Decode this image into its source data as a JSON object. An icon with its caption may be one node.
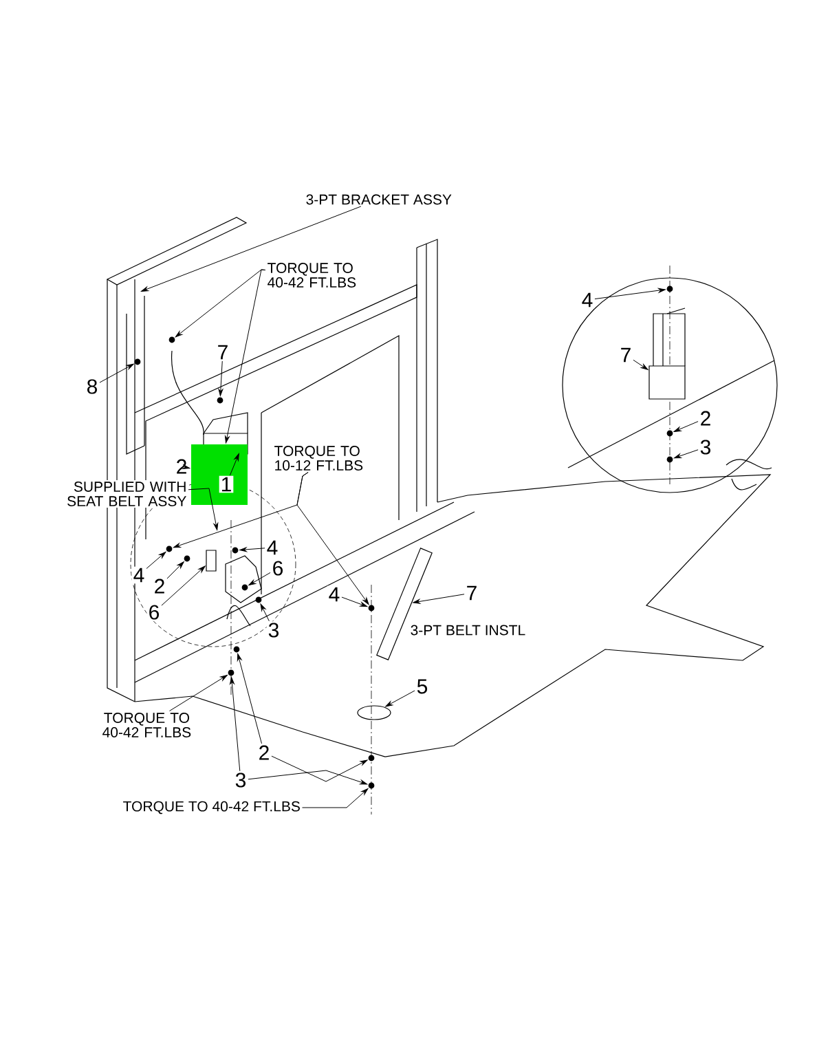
{
  "diagram": {
    "nodes": [
      {
        "text": [
          "3-PT BRACKET ASSY"
        ]
      },
      {
        "text": [
          "TORQUE TO 40-42 FT.LBS"
        ]
      },
      {
        "text": [
          "7"
        ]
      },
      {
        "text": [
          "8"
        ]
      },
      {
        "text": [],
        "shape": "box"
      },
      {
        "text": [
          "1"
        ],
        "in": 4
      },
      {
        "text": [
          "2"
        ]
      },
      {
        "text": [
          "TORQUE TO 10-12 FT.LBS"
        ]
      },
      {
        "text": [
          "SUPPLIED WITH SEAT BELT ASSY"
        ]
      },
      {
        "text": [
          "4"
        ]
      },
      {
        "text": [
          "2"
        ]
      },
      {
        "text": [
          "4"
        ]
      },
      {
        "text": [
          "6"
        ]
      },
      {
        "text": [
          "6"
        ]
      },
      {
        "text": [
          "3"
        ]
      },
      {
        "text": [
          "4"
        ]
      },
      {
        "text": [
          "7"
        ]
      },
      {
        "text": [
          "5"
        ]
      },
      {
        "text": [
          "TORQUE TO 40-42 FT.LBS"
        ]
      },
      {
        "text": [
          "2"
        ]
      },
      {
        "text": [
          "3"
        ]
      },
      {
        "text": [
          "TORQUE TO 40-42 FT.LBS"
        ]
      },
      {
        "text": [
          "4"
        ]
      },
      {
        "text": [
          "7"
        ]
      },
      {
        "text": [
          "2"
        ]
      },
      {
        "text": [
          "3"
        ]
      },
      {
        "text": [],
        "shape": "circle"
      },
      {
        "text": [],
        "shape": "circle"
      },
      {
        "text": [],
        "shape": "circle"
      },
      {
        "text": [],
        "shape": "circle"
      },
      {
        "text": [],
        "shape": "circle"
      },
      {
        "text": [],
        "shape": "circle"
      },
      {
        "text": [],
        "shape": "circle"
      },
      {
        "text": [],
        "shape": "circle"
      },
      {
        "text": [],
        "shape": "circle"
      },
      {
        "text": [],
        "shape": "circle"
      },
      {
        "text": [],
        "shape": "circle"
      },
      {
        "text": [],
        "shape": "circle"
      },
      {
        "text": [],
        "shape": "circle"
      },
      {
        "text": [],
        "shape": "circle"
      },
      {
        "text": [],
        "shape": "circle"
      },
      {
        "text": [],
        "shape": "circle"
      },
      {
        "text": [],
        "shape": "box"
      },
      {
        "text": [],
        "shape": "bar"
      },
      {
        "text": [],
        "shape": "ellipse"
      },
      {
        "text": [],
        "shape": "box"
      }
    ],
    "edges": [
      {
        "from": 0,
        "to": null,
        "arrow": "to"
      },
      {
        "from": 1,
        "to": 27,
        "arrow": "to"
      },
      {
        "from": 1,
        "to": 4,
        "arrow": "to"
      },
      {
        "from": 2,
        "to": 29,
        "arrow": "to"
      },
      {
        "from": 3,
        "to": 28,
        "arrow": "to"
      },
      {
        "from": 5,
        "to": null,
        "arrow": "to"
      },
      {
        "from": 6,
        "to": 4,
        "arrow": "to"
      },
      {
        "from": 7,
        "to": 32,
        "arrow": "to"
      },
      {
        "from": 7,
        "to": 37,
        "arrow": "to"
      },
      {
        "from": 8,
        "to": null,
        "arrow": "to"
      },
      {
        "from": 9,
        "to": 32,
        "arrow": "to"
      },
      {
        "from": 10,
        "to": 34,
        "arrow": "to"
      },
      {
        "from": 11,
        "to": 33,
        "arrow": "to"
      },
      {
        "from": 12,
        "to": 35,
        "arrow": "to"
      },
      {
        "from": 13,
        "to": 42,
        "arrow": "to"
      },
      {
        "from": 14,
        "to": 36,
        "arrow": "to"
      },
      {
        "from": 15,
        "to": 37,
        "arrow": "to"
      },
      {
        "from": 16,
        "to": 43,
        "arrow": "to"
      },
      {
        "from": 17,
        "to": 44,
        "arrow": "to"
      },
      {
        "from": 18,
        "to": 39,
        "arrow": "to"
      },
      {
        "from": 19,
        "to": 38,
        "arrow": "to"
      },
      {
        "from": 19,
        "to": 40,
        "arrow": "to"
      },
      {
        "from": 20,
        "to": 39,
        "arrow": "to"
      },
      {
        "from": 20,
        "to": 41,
        "arrow": "to"
      },
      {
        "from": 21,
        "to": 41,
        "arrow": "to"
      },
      {
        "from": 22,
        "to": 26,
        "arrow": "to"
      },
      {
        "from": 23,
        "to": 45,
        "arrow": "to"
      },
      {
        "from": 24,
        "to": 30,
        "arrow": "to"
      },
      {
        "from": 25,
        "to": 31,
        "arrow": "to"
      }
    ],
    "labels": [
      "3-PT BELT INSTL"
    ]
  }
}
